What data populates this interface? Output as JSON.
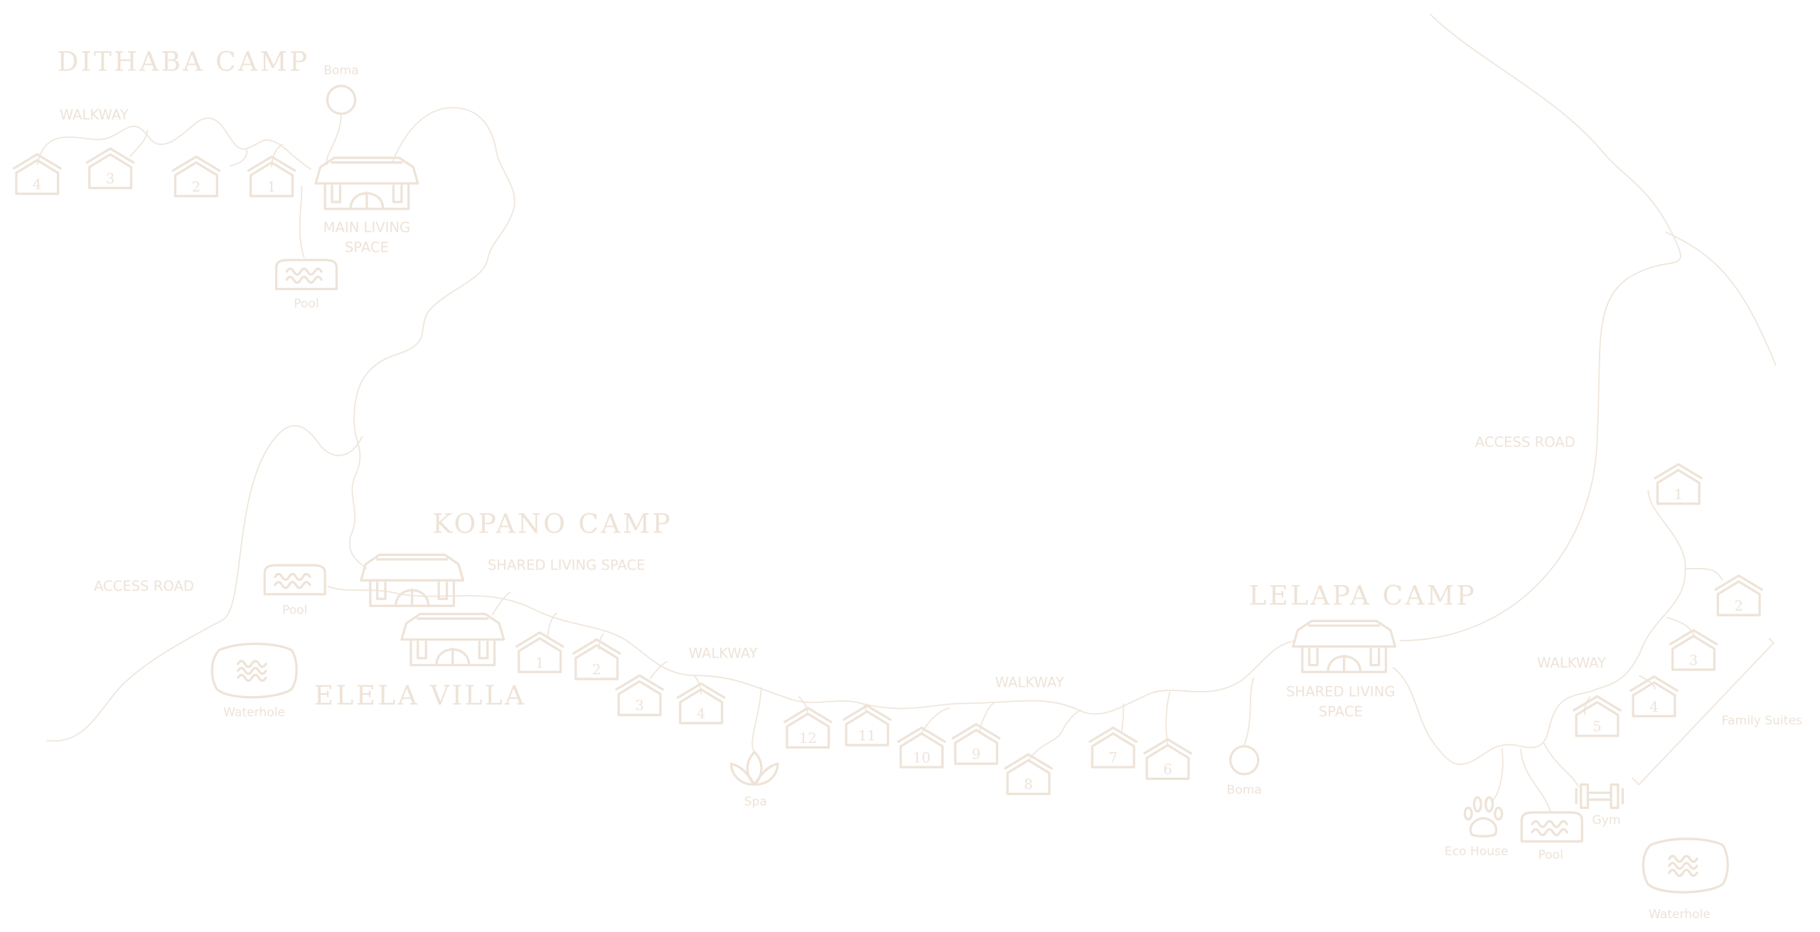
{
  "colors": {
    "ink": "#eee3d8",
    "background": "#ffffff"
  },
  "dithaba": {
    "title": "DITHABA CAMP",
    "walkway": "WALKWAY",
    "boma": "Boma",
    "main_living_1": "MAIN LIVING",
    "main_living_2": "SPACE",
    "pool": "Pool",
    "rooms": [
      "4",
      "3",
      "2",
      "1"
    ]
  },
  "kopano": {
    "title": "KOPANO CAMP",
    "shared_living": "SHARED LIVING SPACE",
    "pool": "Pool",
    "waterhole": "Waterhole",
    "access_road": "ACCESS ROAD",
    "walkway_1": "WALKWAY",
    "walkway_2": "WALKWAY",
    "spa": "Spa",
    "boma": "Boma",
    "rooms": [
      "1",
      "2",
      "3",
      "4",
      "12",
      "11",
      "10",
      "9",
      "8",
      "7",
      "6"
    ]
  },
  "elela": {
    "title": "ELELA VILLA"
  },
  "lelapa": {
    "title": "LELAPA CAMP",
    "shared_living_1": "SHARED LIVING",
    "shared_living_2": "SPACE",
    "access_road": "ACCESS ROAD",
    "walkway": "WALKWAY",
    "family_suites": "Family Suites",
    "eco_house": "Eco House",
    "pool": "Pool",
    "gym": "Gym",
    "waterhole": "Waterhole",
    "rooms": [
      "1",
      "2",
      "3",
      "4",
      "5"
    ]
  }
}
